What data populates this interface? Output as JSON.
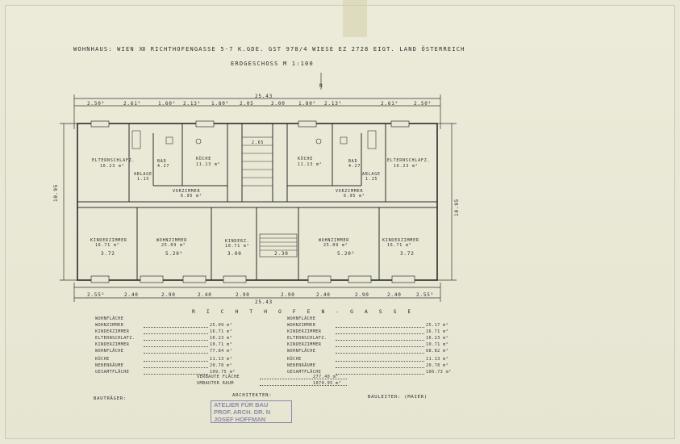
{
  "title": "WOHNHAUS: WIEN Ⅻ RICHTHOFENGASSE 5-7 K.GDE. GST 978/4 WIESE EZ 2728 EIGT. LAND ÖSTERREICH",
  "subtitle": "ERDGESCHOSS M 1:100",
  "north_mark": "N",
  "dimensions": {
    "overall_top": "25.43",
    "overall_bottom": "25.43",
    "depth_left": "10.95",
    "depth_right": "10.95",
    "top_segments": [
      "2.50²",
      "2.61⁵",
      "1.60⁵",
      "2.13⁵",
      "1.80⁵",
      "2.05",
      "2.00",
      "1.80⁵",
      "2.13⁵",
      "2.61⁵",
      "2.50²"
    ],
    "bottom_segments": [
      "2.55⁵",
      "2.40",
      "2.90",
      "2.40",
      "2.90",
      "2.90",
      "2.40",
      "2.90",
      "2.40",
      "2.55⁵"
    ],
    "inner_row": [
      "3.72",
      "5.20⁵",
      "3.00",
      "2.30",
      "5.20⁵",
      "3.72"
    ]
  },
  "rooms": {
    "left_bedroom": {
      "name": "ELTERNSCHLAFZ.",
      "area": "16.23 m²"
    },
    "left_kitchen": {
      "name": "KÜCHE",
      "area": "11.13 m²"
    },
    "left_bath": {
      "name": "BAD",
      "area": "4.27"
    },
    "left_storage": {
      "name": "ABLAGE",
      "area": "1.15"
    },
    "left_hall": {
      "name": "VORZIMMER",
      "area": "6.95 m²"
    },
    "left_kids": {
      "name": "KINDERZIMMER",
      "area": "16.71 m²"
    },
    "left_living": {
      "name": "WOHNZIMMER",
      "area": "25.09 m²"
    },
    "center_kids": {
      "name": "KINDERZ.",
      "area": "10.71 m²"
    },
    "right_kitchen": {
      "name": "KÜCHE",
      "area": "11.13 m²"
    },
    "right_bath": {
      "name": "BAD",
      "area": "4.27"
    },
    "right_storage": {
      "name": "ABLAGE",
      "area": "1.15"
    },
    "right_bedroom": {
      "name": "ELTERNSCHLAFZ.",
      "area": "16.23 m²"
    },
    "right_hall": {
      "name": "VORZIMMER",
      "area": "6.95 m²"
    },
    "right_living": {
      "name": "WOHNZIMMER",
      "area": "25.09 m²"
    },
    "right_kids": {
      "name": "KINDERZIMMER",
      "area": "16.71 m²"
    },
    "stair_top": "2.65"
  },
  "street_name": "R I C H T H O F E N - G A S S E",
  "schedule_left": {
    "header": "WOHNFLÄCHE",
    "rows": [
      {
        "label": "WOHNZIMMER",
        "value": "25.09 m²"
      },
      {
        "label": "KINDERZIMMER",
        "value": "16.71 m²"
      },
      {
        "label": "ELTERNSCHLAFZ.",
        "value": "16.23 m²"
      },
      {
        "label": "KINDERZIMMER",
        "value": "10.71 m²"
      },
      {
        "label": "WOHNFLÄCHE",
        "value": "77.84 m²"
      },
      {
        "label": "KÜCHE",
        "value": "11.13 m²"
      },
      {
        "label": "NEBENRÄUME",
        "value": "20.78 m²"
      },
      {
        "label": "GESAMTFLÄCHE",
        "value": "109.75 m²"
      }
    ]
  },
  "schedule_right": {
    "header": "WOHNFLÄCHE",
    "rows": [
      {
        "label": "WOHNZIMMER",
        "value": "25.17 m²"
      },
      {
        "label": "KINDERZIMMER",
        "value": "16.71 m²"
      },
      {
        "label": "ELTERNSCHLAFZ.",
        "value": "16.23 m²"
      },
      {
        "label": "KINDERZIMMER",
        "value": "10.71 m²"
      },
      {
        "label": "WOHNFLÄCHE",
        "value": "68.82 m²"
      },
      {
        "label": "KÜCHE",
        "value": "11.13 m²"
      },
      {
        "label": "NEBENRÄUME",
        "value": "20.78 m²"
      },
      {
        "label": "GESAMTFLÄCHE",
        "value": "100.73 m²"
      }
    ]
  },
  "built_area": {
    "label": "VERBAUTE FLÄCHE",
    "value": "277.40 m²"
  },
  "enclosed_volume": {
    "label": "UMBAUTER RAUM",
    "value": "1070.95 m³"
  },
  "footer": {
    "client": "BAUTRÄGER:",
    "architects": "ARCHITEKTEN:",
    "site_manager": "BAULEITER: (MAIER)"
  },
  "stamp": [
    "ATELIER FÜR BAU",
    "PROF. ARCH. DR. N",
    "JOSEF HOFFMAN"
  ],
  "colors": {
    "paper": "#e9e8d6",
    "ink": "#2b2b2b",
    "stamp": "#7f78a8"
  }
}
